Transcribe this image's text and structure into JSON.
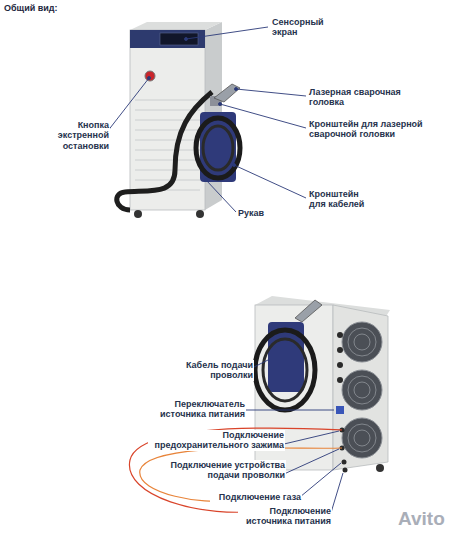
{
  "diagram": {
    "title": "Общий вид:",
    "labels": [
      "Сенсорный экран",
      "Лазерная сварочная головка",
      "Кронштейн для лазерной сварочной головки",
      "Кнопка экстренной остановки",
      "Кронштейн для кабелей",
      "Рукав",
      "Кабель подачи проволки",
      "Переключатель источника питания",
      "Подключение предохранительного зажима",
      "Подключение устройства подачи проволки",
      "Подключение газа",
      "Подключение источника питания",
      "Avito"
    ]
  }
}
